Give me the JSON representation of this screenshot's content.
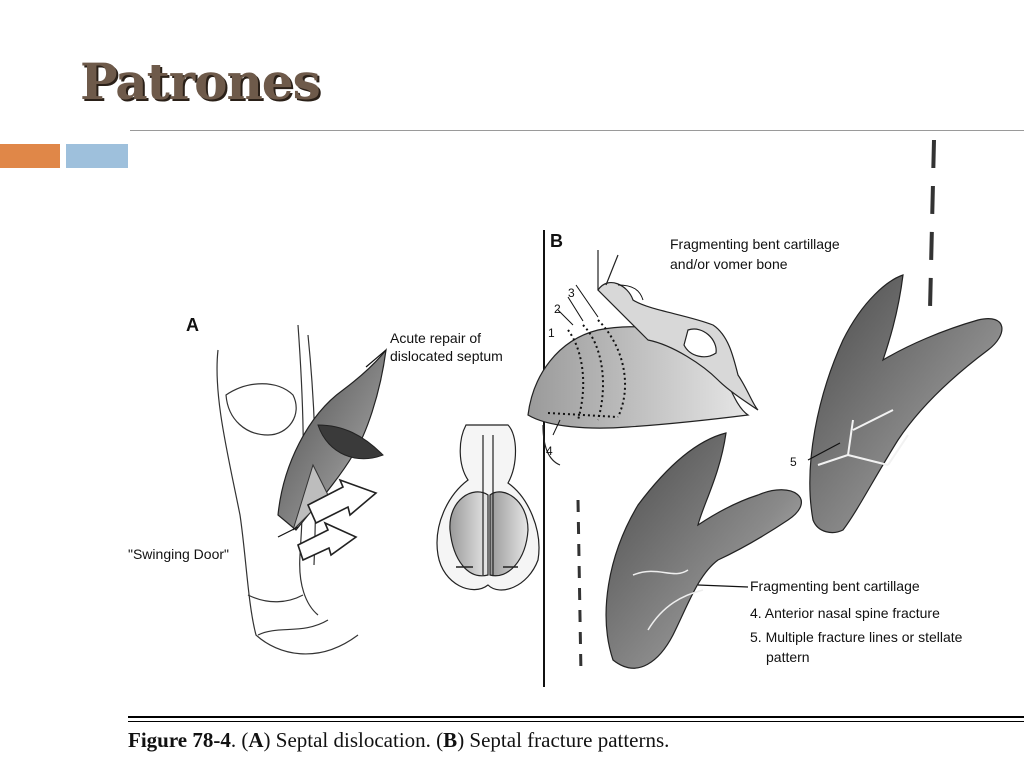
{
  "slide": {
    "title": "Patrones",
    "colors": {
      "title": "#6e5a4a",
      "accent_orange": "#e08748",
      "accent_blue": "#9ec0dc"
    }
  },
  "figure": {
    "panel_a": {
      "letter": "A",
      "label_acute_repair_line1": "Acute repair of",
      "label_acute_repair_line2": "dislocated septum",
      "label_swinging_door": "\"Swinging Door\""
    },
    "panel_b": {
      "letter": "B",
      "label_fragmenting_top_line1": "Fragmenting bent cartillage",
      "label_fragmenting_top_line2": "and/or vomer bone",
      "number_1": "1",
      "number_2": "2",
      "number_3": "3",
      "number_4": "4",
      "number_5": "5",
      "label_fragmenting_bent": "Fragmenting bent cartillage",
      "legend_4": "4. Anterior nasal spine fracture",
      "legend_5_line1": "5. Multiple fracture lines or stellate",
      "legend_5_line2": "pattern"
    }
  },
  "caption": {
    "figure_number": "Figure 78-4",
    "sep1": ". (",
    "a_letter": "A",
    "a_text": ") Septal dislocation. (",
    "b_letter": "B",
    "b_text": ") Septal fracture patterns."
  }
}
